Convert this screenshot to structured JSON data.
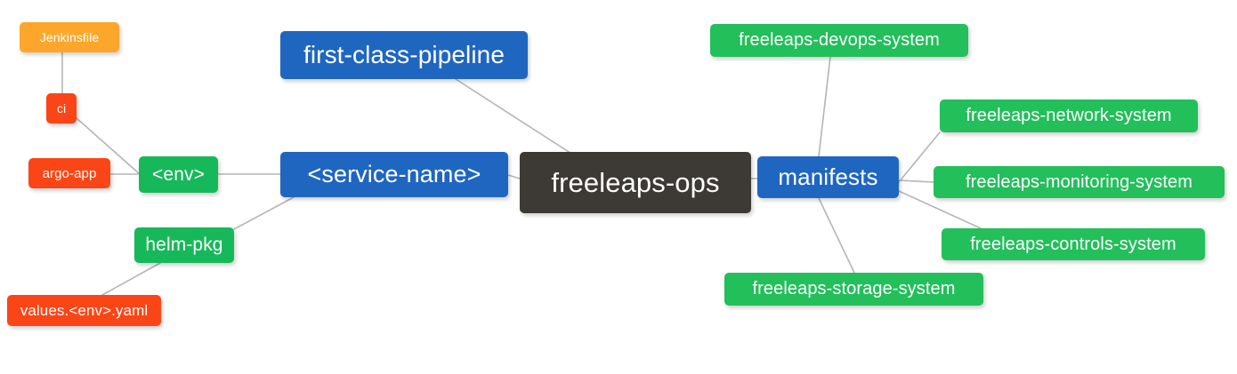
{
  "diagram": {
    "type": "mindmap",
    "root": "freeleaps-ops",
    "background": "#ffffff",
    "palette": {
      "root": "#3d3935",
      "blue": "#1f66c1",
      "green": "#22bf5b",
      "orange": "#fca72b",
      "red": "#fa4616",
      "edge": "#b5b5b5"
    },
    "nodes": {
      "jenkinsfile": {
        "label": "Jenkinsfile",
        "color": "#fca72b"
      },
      "ci": {
        "label": "ci",
        "color": "#fa4616"
      },
      "argo_app": {
        "label": "argo-app",
        "color": "#fa4616"
      },
      "env": {
        "label": "<env>",
        "color": "#22bf5b"
      },
      "helm_pkg": {
        "label": "helm-pkg",
        "color": "#22bf5b"
      },
      "values_yaml": {
        "label": "values.<env>.yaml",
        "color": "#fa4616"
      },
      "first_class_pipeline": {
        "label": "first-class-pipeline",
        "color": "#1f66c1"
      },
      "service_name": {
        "label": "<service-name>",
        "color": "#1f66c1"
      },
      "freeleaps_ops": {
        "label": "freeleaps-ops",
        "color": "#3d3935"
      },
      "manifests": {
        "label": "manifests",
        "color": "#1f66c1"
      },
      "devops_system": {
        "label": "freeleaps-devops-system",
        "color": "#22bf5b"
      },
      "network_system": {
        "label": "freeleaps-network-system",
        "color": "#22bf5b"
      },
      "monitoring_system": {
        "label": "freeleaps-monitoring-system",
        "color": "#22bf5b"
      },
      "controls_system": {
        "label": "freeleaps-controls-system",
        "color": "#22bf5b"
      },
      "storage_system": {
        "label": "freeleaps-storage-system",
        "color": "#22bf5b"
      }
    },
    "edges": [
      {
        "from": "jenkinsfile",
        "to": "ci"
      },
      {
        "from": "ci",
        "to": "env"
      },
      {
        "from": "argo_app",
        "to": "env"
      },
      {
        "from": "env",
        "to": "service_name"
      },
      {
        "from": "helm_pkg",
        "to": "service_name"
      },
      {
        "from": "values_yaml",
        "to": "helm_pkg"
      },
      {
        "from": "service_name",
        "to": "freeleaps_ops"
      },
      {
        "from": "first_class_pipeline",
        "to": "freeleaps_ops"
      },
      {
        "from": "freeleaps_ops",
        "to": "manifests"
      },
      {
        "from": "manifests",
        "to": "devops_system"
      },
      {
        "from": "manifests",
        "to": "network_system"
      },
      {
        "from": "manifests",
        "to": "monitoring_system"
      },
      {
        "from": "manifests",
        "to": "controls_system"
      },
      {
        "from": "manifests",
        "to": "storage_system"
      }
    ]
  }
}
